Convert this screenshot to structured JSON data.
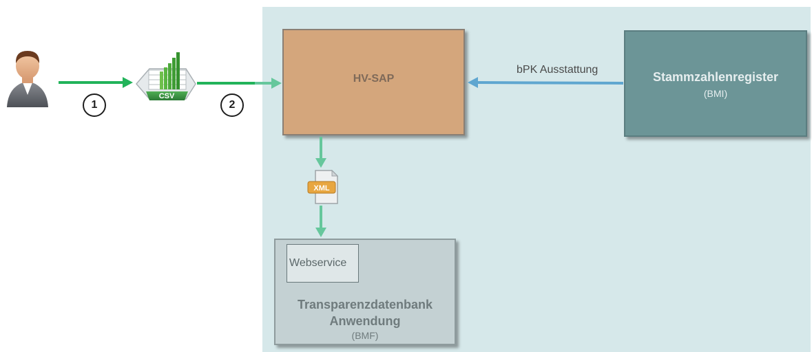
{
  "nodes": {
    "hv_sap": {
      "title": "HV-SAP"
    },
    "stammzahlenregister": {
      "title": "Stammzahlenregister",
      "subtitle": "(BMI)"
    },
    "transparenzdatenbank": {
      "title_line1": "Transparenzdatenbank",
      "title_line2": "Anwendung",
      "subtitle": "(BMF)",
      "inner": "Webservice"
    }
  },
  "edges": {
    "bpk_label": "bPK Ausstattung",
    "step1": "1",
    "step2": "2"
  },
  "icons": {
    "csv_label": "CSV",
    "xml_label": "XML"
  },
  "colors": {
    "green_arrow": "#22b35a",
    "blue_arrow": "#5fa6d0",
    "teal_arrow": "#66c79c",
    "region": "#d6e8ea",
    "hvsap_fill": "#d4a67c",
    "stamm_fill": "#6c9597",
    "trans_fill": "#c4d1d3"
  }
}
